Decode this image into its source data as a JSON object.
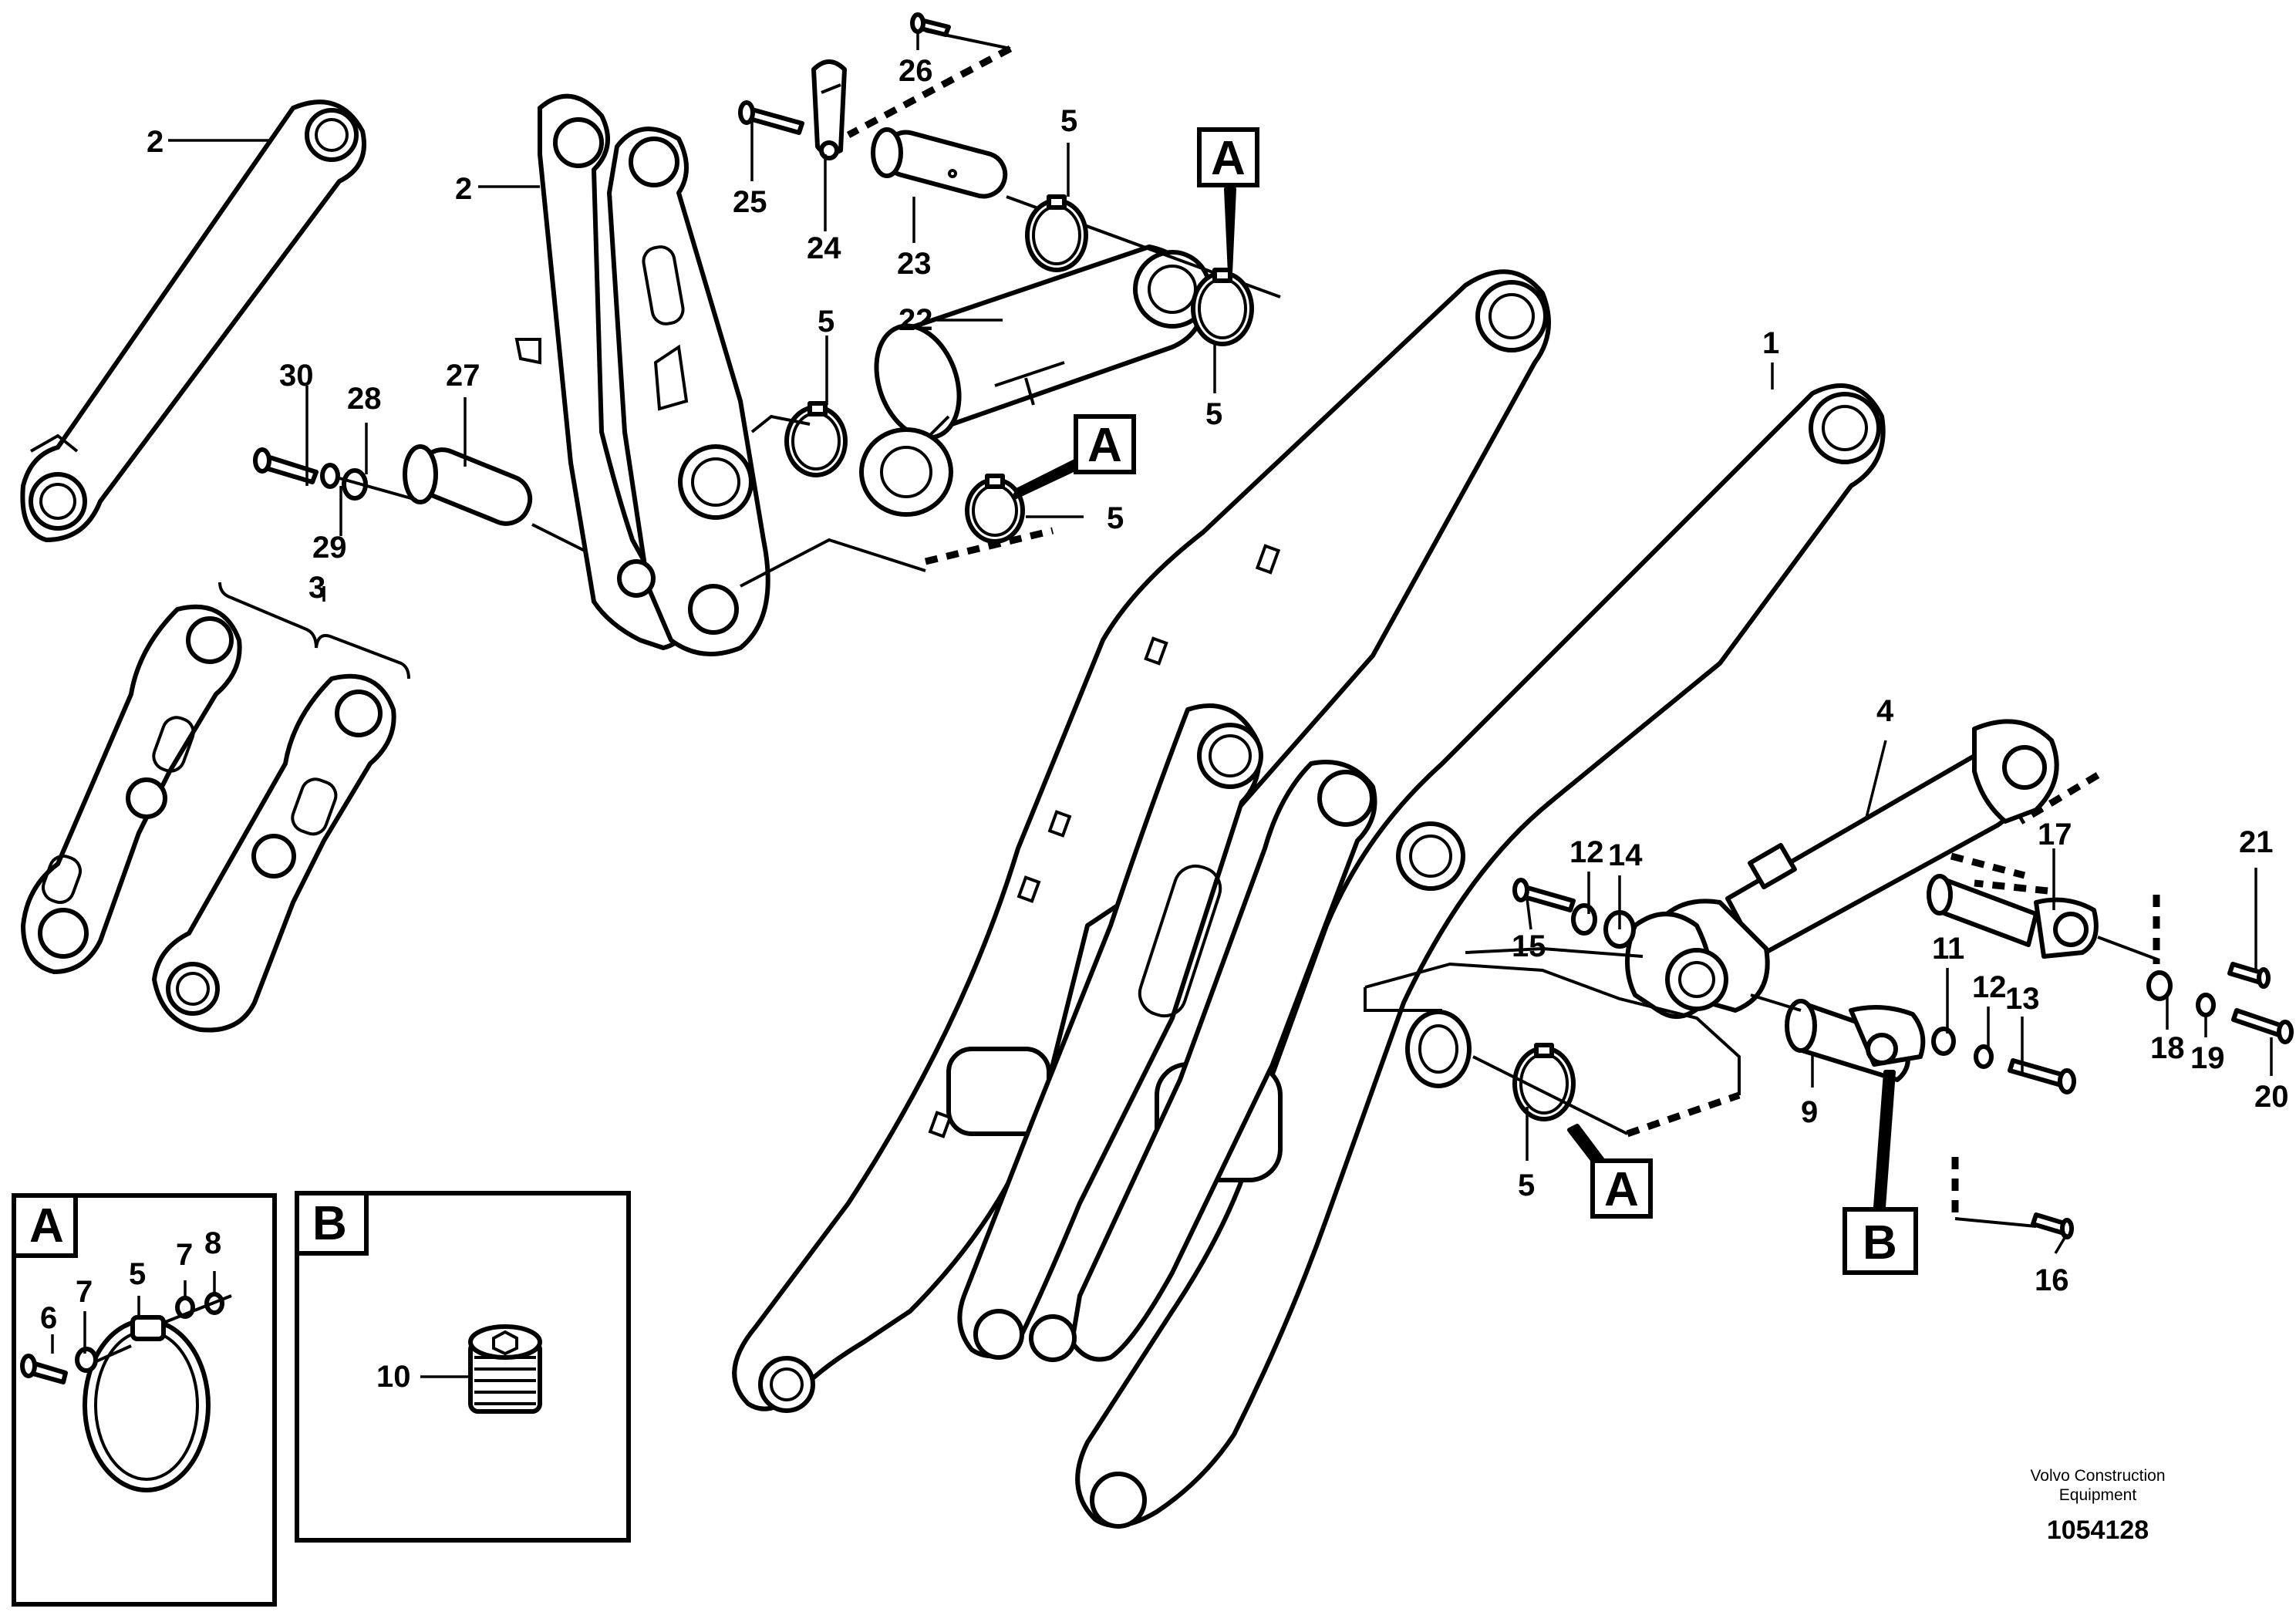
{
  "diagram": {
    "part_numbers": {
      "p1": "1",
      "p2a": "2",
      "p2b": "2",
      "p3": "3",
      "p4": "4",
      "p5a": "5",
      "p5b": "5",
      "p5c": "5",
      "p5d": "5",
      "p5e": "5",
      "p5f": "5",
      "p6": "6",
      "p7a": "7",
      "p7b": "7",
      "p8": "8",
      "p9": "9",
      "p10": "10",
      "p11": "11",
      "p12a": "12",
      "p12b": "12",
      "p13": "13",
      "p14": "14",
      "p15": "15",
      "p16": "16",
      "p17": "17",
      "p18": "18",
      "p19": "19",
      "p20": "20",
      "p21": "21",
      "p22": "22",
      "p23": "23",
      "p24": "24",
      "p25": "25",
      "p26": "26",
      "p27": "27",
      "p28": "28",
      "p29": "29",
      "p30": "30"
    },
    "callouts": {
      "a1": "A",
      "a2": "A",
      "a3": "A",
      "b1": "B"
    },
    "detail_boxes": {
      "detail_a_title": "A",
      "detail_b_title": "B"
    },
    "footer": {
      "brand_line1": "Volvo Construction",
      "brand_line2": "Equipment",
      "drawing_number": "1054128"
    }
  }
}
